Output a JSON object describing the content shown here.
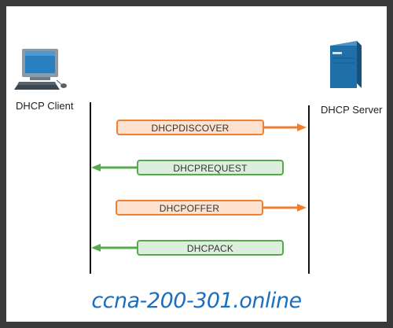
{
  "client": {
    "label": "DHCP Client",
    "icon": "desktop-computer-icon"
  },
  "server": {
    "label": "DHCP Server",
    "icon": "tower-server-icon"
  },
  "messages": [
    {
      "label": "DHCPDISCOVER",
      "direction": "client-to-server",
      "color": "#f08030"
    },
    {
      "label": "DHCPREQUEST",
      "direction": "server-to-client",
      "color": "#55ab4c"
    },
    {
      "label": "DHCPOFFER",
      "direction": "client-to-server",
      "color": "#f08030"
    },
    {
      "label": "DHCPACK",
      "direction": "server-to-client",
      "color": "#55ab4c"
    }
  ],
  "watermark": "ccna-200-301.online",
  "colors": {
    "frame": "#3a3a3a",
    "orange": "#f08030",
    "green": "#55ab4c",
    "server_blue": "#1f6fa8",
    "monitor_blue": "#2a7fc0"
  }
}
